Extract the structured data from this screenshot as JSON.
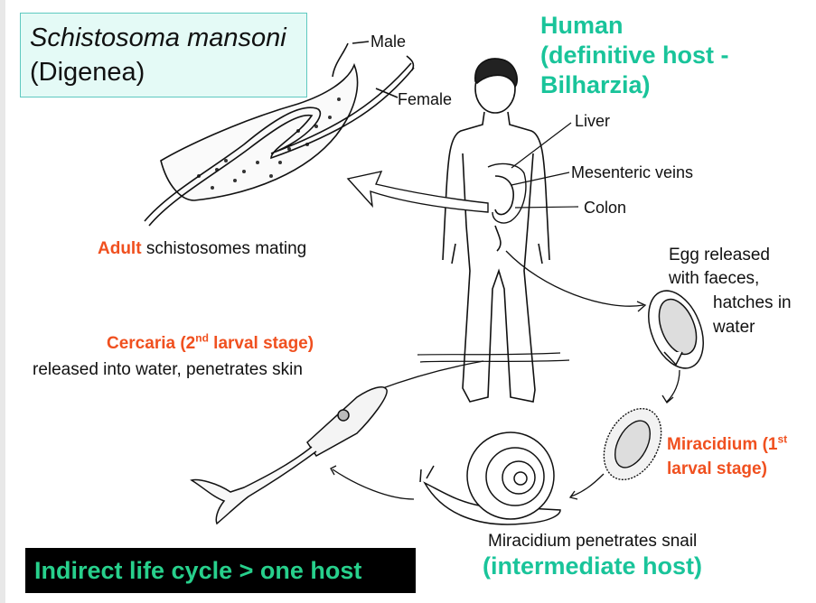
{
  "title": {
    "italic": "Schistosoma mansoni",
    "plain": "(Digenea)"
  },
  "human_host": {
    "line1": "Human",
    "line2": "(definitive host  -",
    "line3": "Bilharzia)"
  },
  "worm_labels": {
    "male": "Male",
    "female": "Female"
  },
  "organ_labels": {
    "liver": "Liver",
    "mesenteric": "Mesenteric veins",
    "colon": "Colon"
  },
  "adult": {
    "highlight": "Adult",
    "rest": "schistosomes mating"
  },
  "egg": {
    "line1": "Egg released",
    "line2": "with faeces,",
    "line3": "hatches in",
    "line4": "water"
  },
  "cercaria": {
    "highlight_pre": "Cercaria (2",
    "sup": "nd",
    "highlight_post": " larval stage)",
    "line2": "released into water, penetrates skin"
  },
  "miracidium": {
    "pre": "Miracidium  (1",
    "sup": "st",
    "line2": "larval stage)"
  },
  "snail": {
    "line1": "Miracidium penetrates snail",
    "line2": "(intermediate host)"
  },
  "footer": "Indirect life cycle > one host",
  "colors": {
    "accent_green": "#19c49a",
    "highlight_red": "#f0501f",
    "title_bg": "#e4faf6"
  }
}
